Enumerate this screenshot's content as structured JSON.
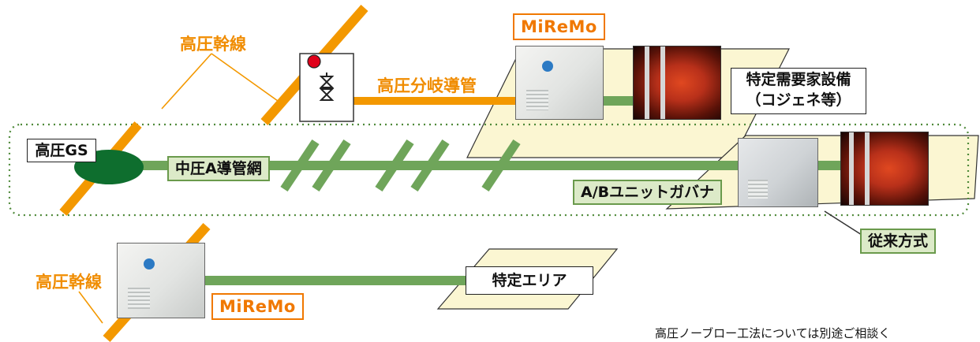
{
  "labels": {
    "high_pressure_trunk_top": "高圧幹線",
    "high_pressure_trunk_bottom": "高圧幹線",
    "high_pressure_branch_pipe": "高圧分岐導管",
    "high_pressure_gs": "高圧GS",
    "medium_pressure_network": "中圧A導管網",
    "specific_customer_facility_line1": "特定需要家設備",
    "specific_customer_facility_line2": "（コジェネ等）",
    "ab_unit_governor": "A/Bユニットガバナ",
    "conventional_method": "従来方式",
    "specific_area": "特定エリア",
    "brand_top": "MiReMo",
    "brand_bottom": "MiReMo",
    "footnote": "高圧ノーブロー工法については別途ご相談く"
  },
  "colors": {
    "high_pressure_line": "#f39800",
    "medium_pressure_line": "#6fa55a",
    "gs_ellipse": "#0e6e2e",
    "valve_marker": "#e0001a",
    "platform_fill": "#fbf6d2",
    "brand": "#f07800"
  }
}
